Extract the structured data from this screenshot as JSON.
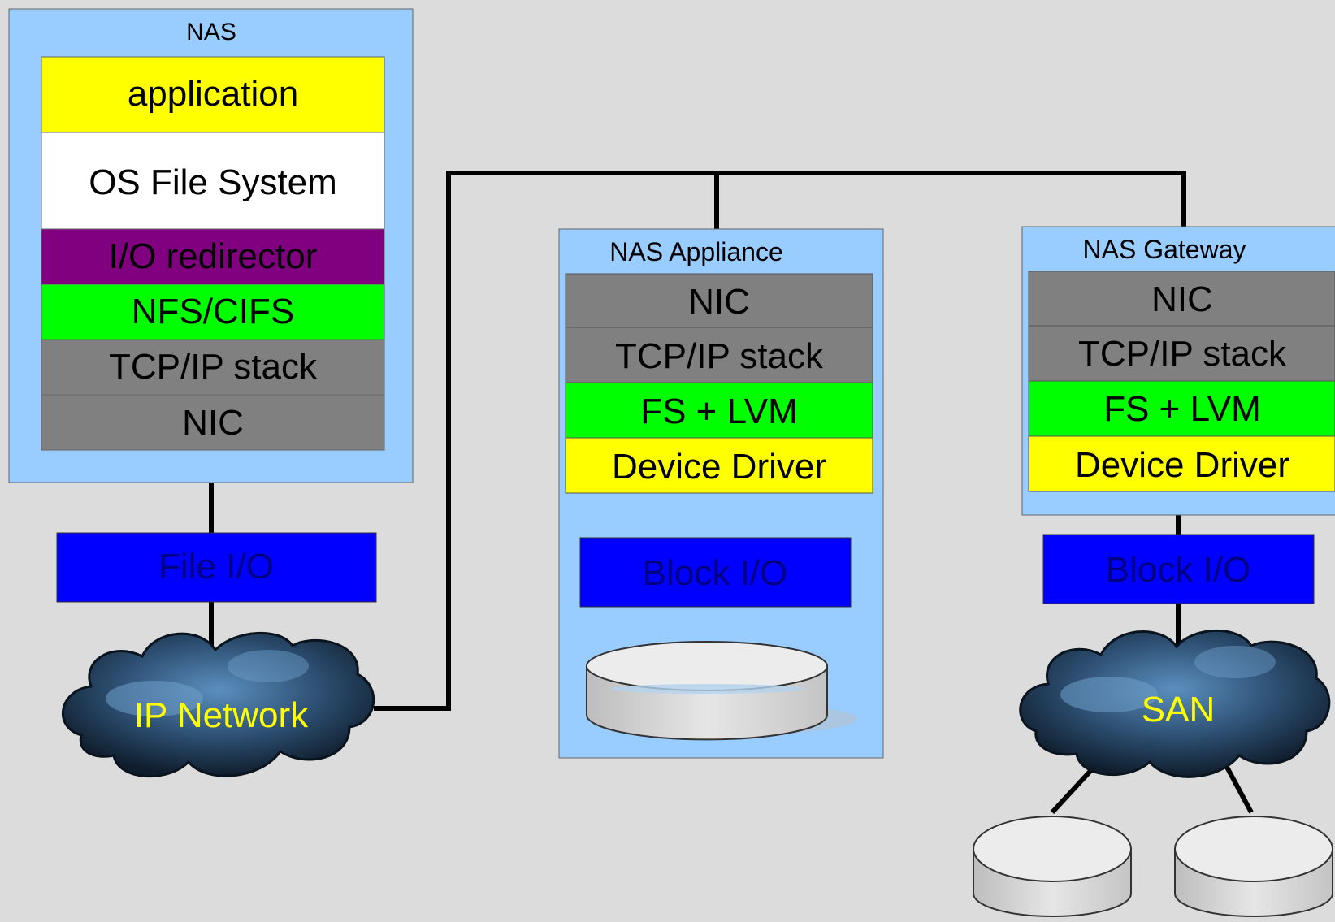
{
  "nas_client": {
    "title": "NAS",
    "layers": [
      {
        "label": "application",
        "fill": "#ffff00"
      },
      {
        "label": "OS File System",
        "fill": "#ffffff"
      },
      {
        "label": "I/O redirector",
        "fill": "#800080"
      },
      {
        "label": "NFS/CIFS",
        "fill": "#00ff00"
      },
      {
        "label": "TCP/IP stack",
        "fill": "#808080"
      },
      {
        "label": "NIC",
        "fill": "#808080"
      }
    ],
    "io_label": "File I/O"
  },
  "ip_network": {
    "label": "IP Network"
  },
  "nas_appliance": {
    "title": "NAS Appliance",
    "layers": [
      {
        "label": "NIC",
        "fill": "#808080"
      },
      {
        "label": "TCP/IP stack",
        "fill": "#808080"
      },
      {
        "label": "FS + LVM",
        "fill": "#00ff00"
      },
      {
        "label": "Device Driver",
        "fill": "#ffff00"
      }
    ],
    "io_label": "Block I/O"
  },
  "nas_gateway": {
    "title": "NAS Gateway",
    "layers": [
      {
        "label": "NIC",
        "fill": "#808080"
      },
      {
        "label": "TCP/IP stack",
        "fill": "#808080"
      },
      {
        "label": "FS + LVM",
        "fill": "#00ff00"
      },
      {
        "label": "Device Driver",
        "fill": "#ffff00"
      }
    ],
    "io_label": "Block I/O"
  },
  "san": {
    "label": "SAN"
  },
  "colors": {
    "background": "#dcdcdc",
    "host_panel": "#99ccff",
    "io_box": "#0000ff",
    "cloud_text": "#ffff00",
    "io_text": "#000080",
    "connector": "#000000"
  }
}
